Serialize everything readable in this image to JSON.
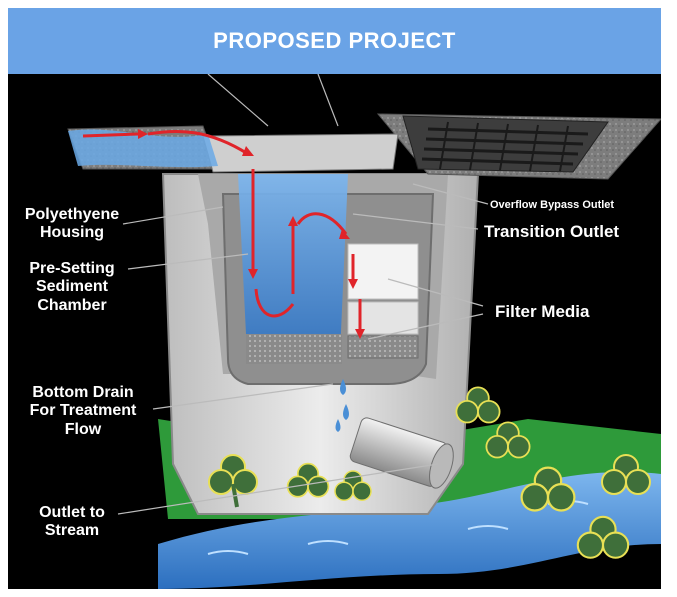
{
  "header": {
    "title": "PROPOSED PROJECT"
  },
  "labels": {
    "polyethylene_housing": [
      "Polyethyene",
      "Housing"
    ],
    "pre_setting_chamber": [
      "Pre-Setting",
      "Sediment",
      "Chamber"
    ],
    "bottom_drain": [
      "Bottom Drain",
      "For Treatment",
      "Flow"
    ],
    "outlet_to_stream": [
      "Outlet to",
      "Stream"
    ],
    "overflow_bypass_outlet": "Overflow Bypass Outlet",
    "transition_outlet": "Transition Outlet",
    "filter_media": "Filter Media"
  },
  "colors": {
    "header_bg": "#6aa3e6",
    "background": "#000000",
    "housing": "#d9d9d9",
    "water": "#4a8fd6",
    "flow_arrow": "#e0242a",
    "grass": "#2e9a3a",
    "clover": "#3f6f3a"
  },
  "icons": [
    "clover-icon",
    "grate-icon",
    "pipe-icon",
    "flow-arrow-icon"
  ]
}
